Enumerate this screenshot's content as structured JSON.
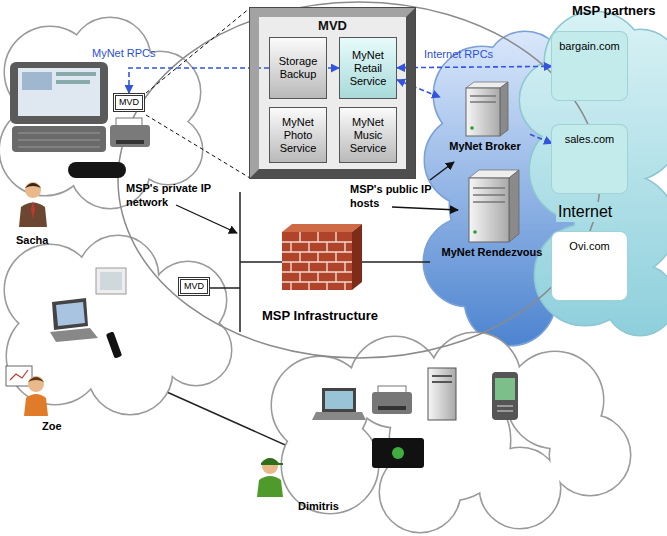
{
  "diagram": {
    "nodes": [
      {
        "text": [
          "MVD"
        ]
      },
      {
        "text": [
          "Storage Backup"
        ],
        "in": 0
      },
      {
        "text": [
          "MyNet Retail Service"
        ],
        "in": 0
      },
      {
        "text": [
          "MyNet Photo Service"
        ],
        "in": 0
      },
      {
        "text": [
          "MyNet Music Service"
        ],
        "in": 0
      },
      {
        "text": [
          "MVD"
        ]
      },
      {
        "text": [
          "MVD"
        ]
      },
      {
        "text": [
          "MyNet Broker"
        ]
      },
      {
        "text": [
          "MyNet Rendezvous"
        ]
      },
      {
        "text": [
          "bargain.com"
        ]
      },
      {
        "text": [
          "sales.com"
        ]
      },
      {
        "text": [
          "Ovi.com"
        ]
      }
    ],
    "edges": [
      {
        "from": 5,
        "to": 2,
        "arrow": "both",
        "label": "MyNet RPCs"
      },
      {
        "from": 2,
        "to": 9,
        "arrow": "both",
        "label": "Internet RPCs"
      },
      {
        "from": 2,
        "to": 7,
        "arrow": "both"
      },
      {
        "from": 7,
        "to": 10,
        "arrow": "to"
      }
    ],
    "labels": [
      "MSP partners",
      "Internet",
      "MSP's public IP hosts",
      "MSP's private IP network",
      "MSP Infrastructure",
      "Sacha",
      "Zoe",
      "Dimitris"
    ]
  }
}
